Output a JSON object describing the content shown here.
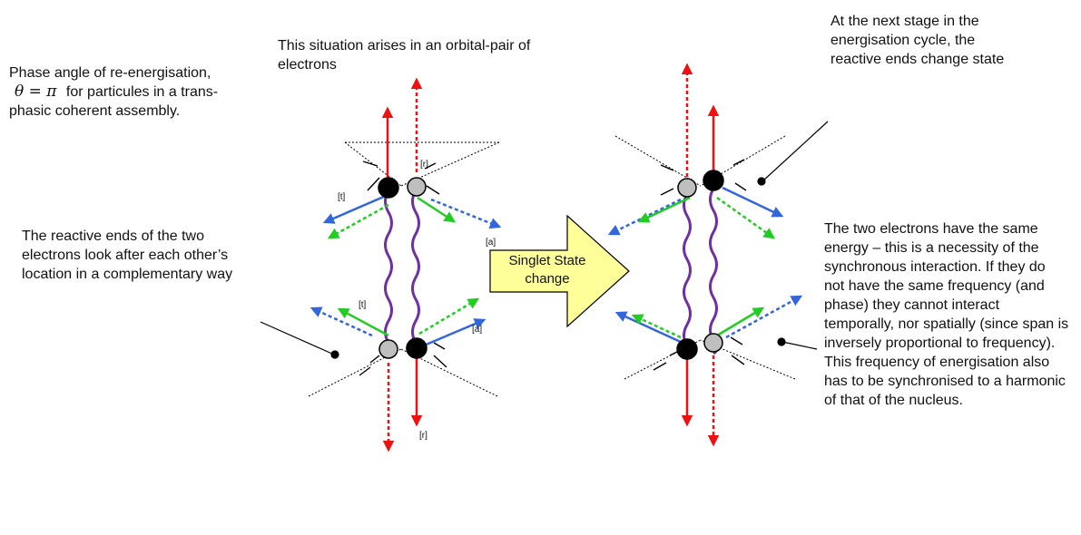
{
  "texts": {
    "phase_prefix": "Phase angle of  re-energisation,",
    "phase_symbol": "θ = π",
    "phase_suffix": "for particules in a trans-phasic coherent assembly.",
    "situation": "This situation arises in an orbital-pair of electrons",
    "next_stage": "At the next stage in the energisation cycle, the reactive ends change state",
    "reactive_ends": "The reactive ends of the two electrons look after each other’s location in a complementary way",
    "same_energy": "The two electrons have the same energy – this is a necessity of the synchronous interaction. If they do not have the same frequency (and phase) they cannot interact temporally, nor spatially (since span is inversely proportional to frequency). This frequency of energisation also has to be synchronised to a harmonic of that of the nucleus.",
    "arrow_label": "Singlet State change"
  },
  "labels": {
    "r_top": "[r]",
    "t_top": "[t]",
    "a_top": "[a]",
    "t_bottom": "[t]",
    "a_bottom": "[a]",
    "r_bottom": "[r]"
  },
  "colors": {
    "red": "#ee1111",
    "blue": "#3366dd",
    "green": "#22cc22",
    "purple": "#7030a0",
    "grey_particle": "#bfbfbf",
    "black_particle": "#000000",
    "arrow_fill": "#ffff99"
  }
}
